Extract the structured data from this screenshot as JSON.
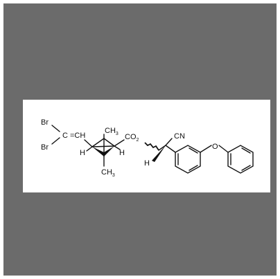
{
  "colors": {
    "backdrop": "#6b6b6b",
    "panel": "#ffffff",
    "ink": "#111111"
  },
  "structure": {
    "atoms": {
      "br_top": "Br",
      "br_bottom": "Br",
      "vinyl": "C =CH",
      "methyl_top_main": "CH",
      "methyl_top_sub": "3",
      "methyl_bottom_main": "CH",
      "methyl_bottom_sub": "3",
      "h_left": "H",
      "h_right": "H",
      "ester_main": "CO",
      "ester_sub": "2",
      "nitrile": "CN",
      "h_alpha": "H",
      "oxygen": "O"
    }
  }
}
